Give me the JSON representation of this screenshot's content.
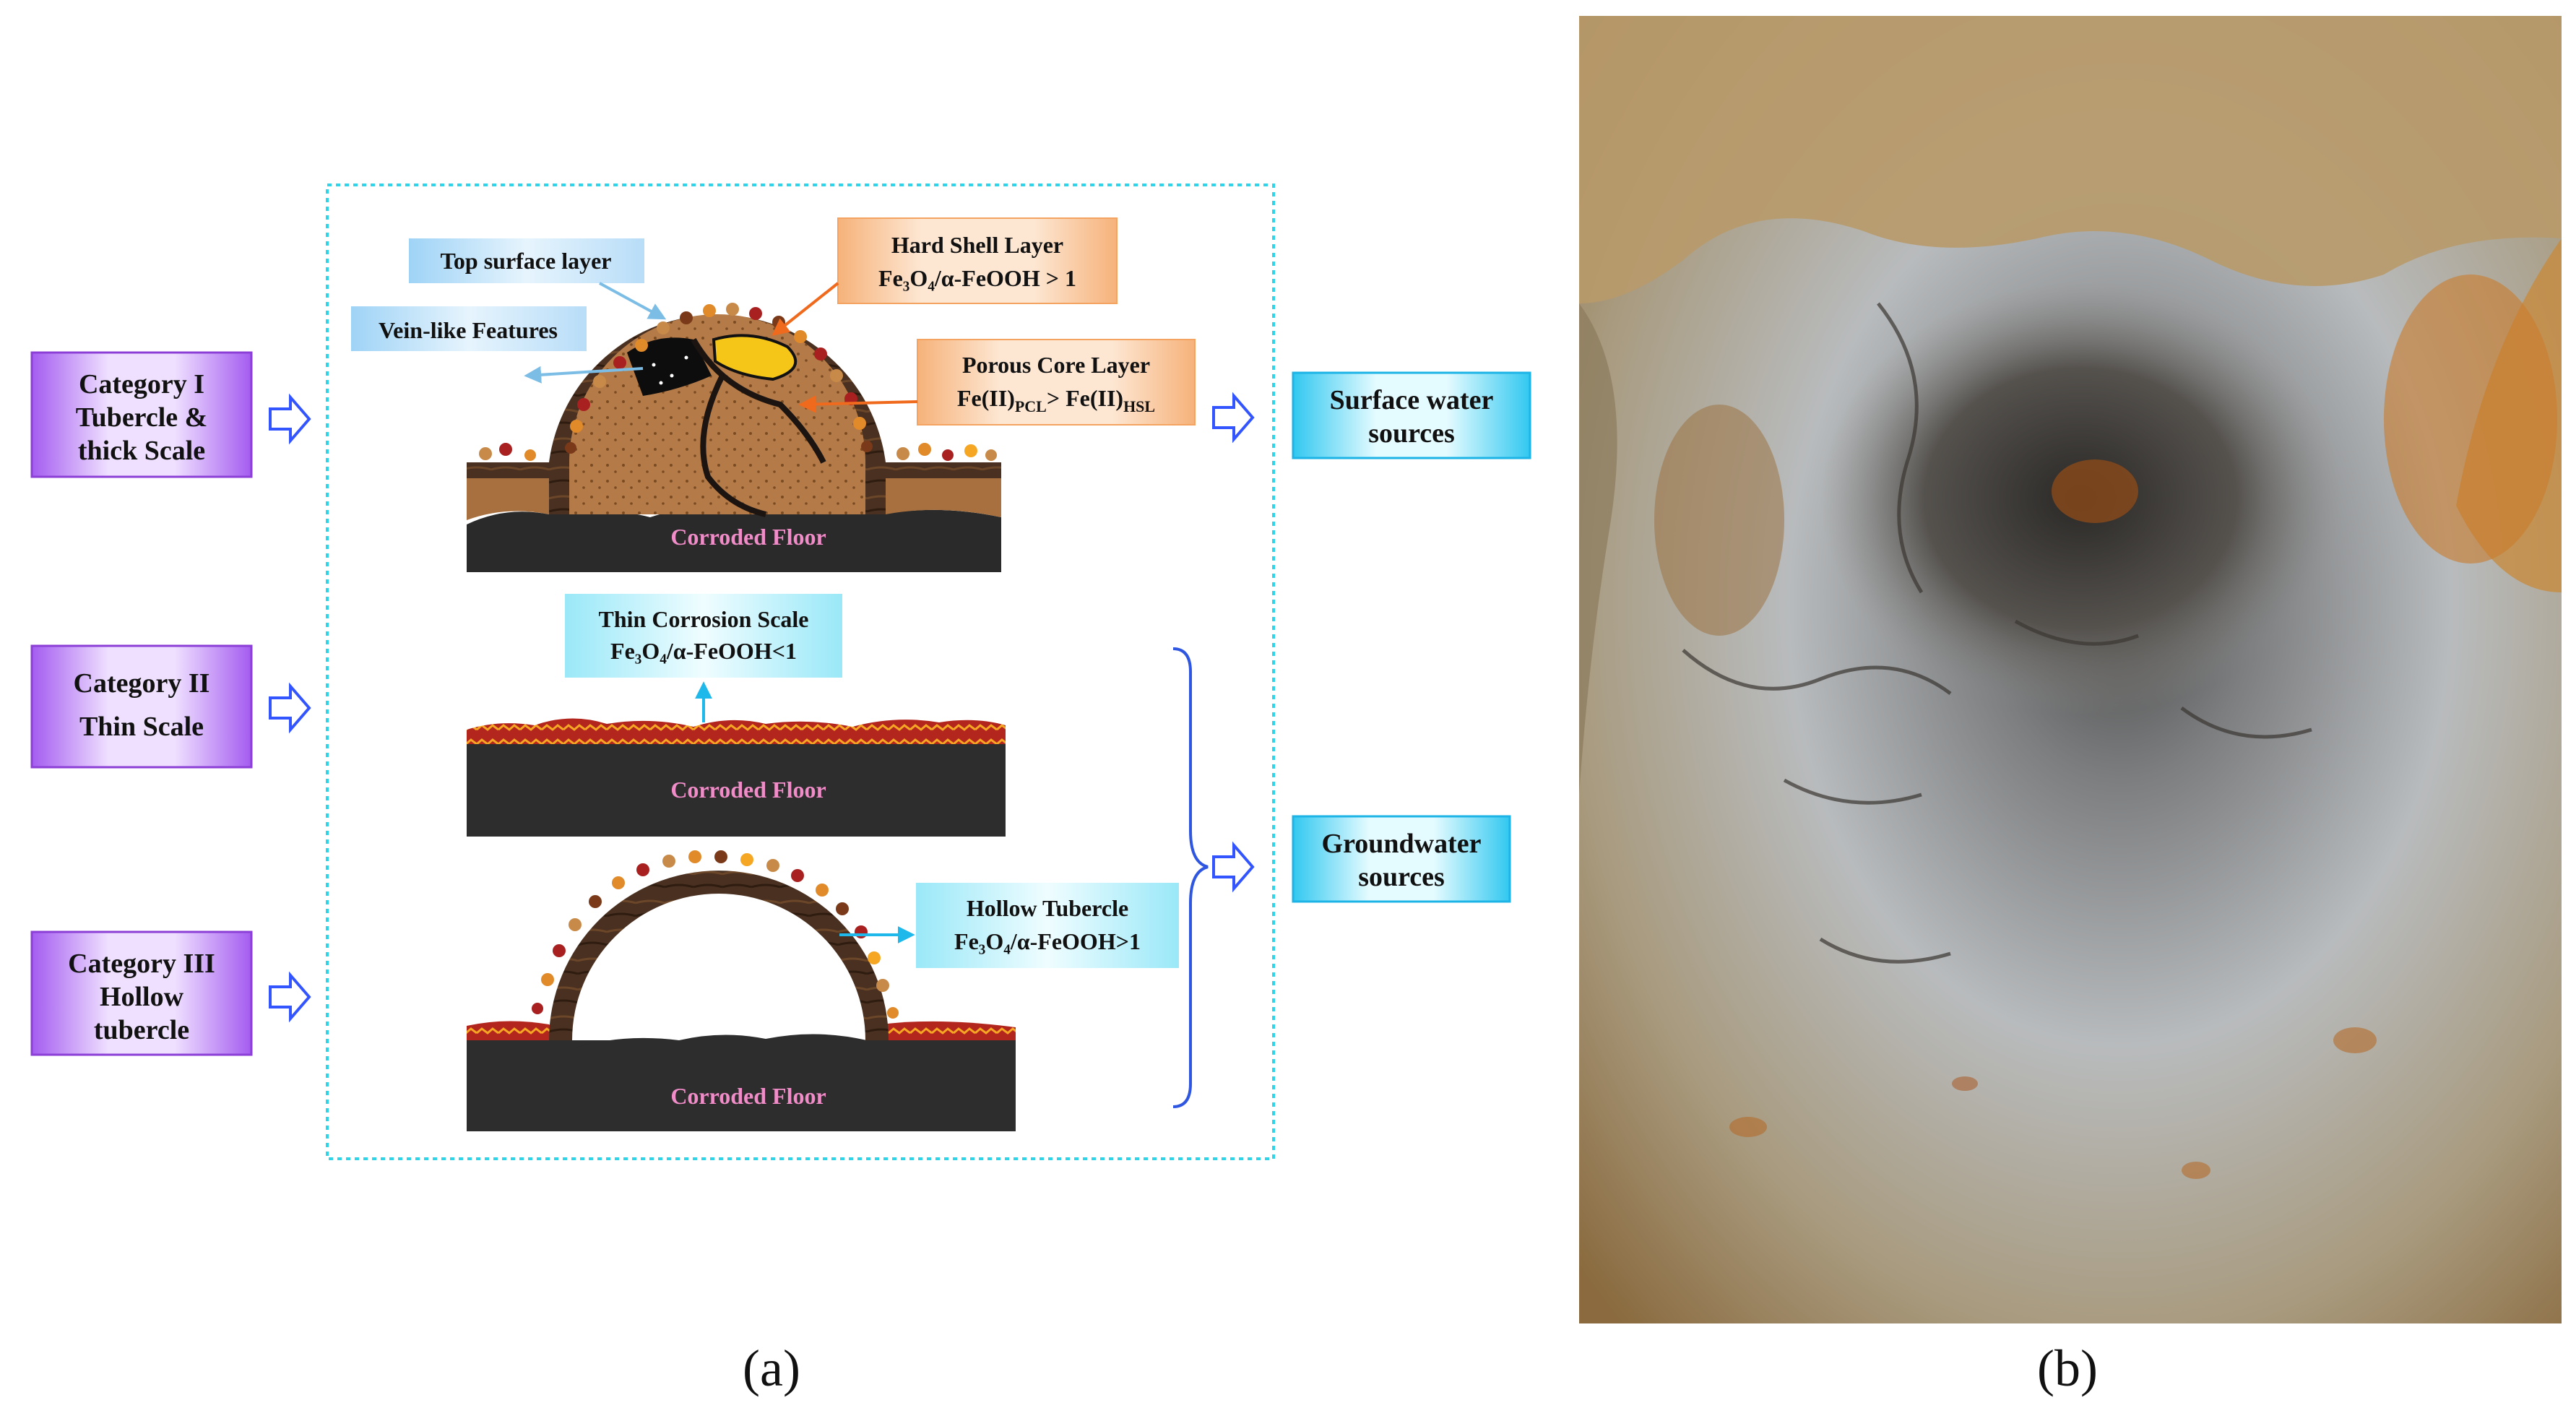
{
  "panel_a": {
    "panel_label": "(a)",
    "categories": [
      {
        "lines": [
          "Category I",
          "Tubercle &",
          "thick Scale"
        ]
      },
      {
        "lines": [
          "Category II",
          "Thin Scale"
        ]
      },
      {
        "lines": [
          "Category III",
          "Hollow",
          "tubercle"
        ]
      }
    ],
    "sources": [
      {
        "lines": [
          "Surface water",
          "sources"
        ]
      },
      {
        "lines": [
          "Groundwater",
          "sources"
        ]
      }
    ],
    "labels": {
      "top_surface": "Top surface layer",
      "vein_like": "Vein-like Features",
      "hard_shell_title": "Hard Shell Layer",
      "hard_shell_formula": "Fe₃O₄/α-FeOOH > 1",
      "porous_core_title": "Porous Core Layer",
      "porous_core_formula_a": "Fe(II)",
      "porous_core_sub_a": "PCL",
      "porous_core_formula_b": "> Fe(II)",
      "porous_core_sub_b": "HSL",
      "thin_scale_title": "Thin Corrosion Scale",
      "thin_scale_formula": "Fe₃O₄/α-FeOOH<1",
      "hollow_title": "Hollow Tubercle",
      "hollow_formula": "Fe₃O₄/α-FeOOH>1",
      "corroded_floor": "Corroded Floor"
    }
  },
  "panel_b": {
    "panel_label": "(b)"
  },
  "colors": {
    "category_fill": "#c48df7",
    "category_stroke": "#8c3fd6",
    "source_fill": "#79e5f7",
    "source_stroke": "#1cb3e6",
    "orange_box": "#fcd8b8",
    "orange_stroke": "#f4a460",
    "blue_box": "#cfe9fb",
    "cyan_box": "#d9f7fd",
    "floor_text": "#f08cc8",
    "arrow_blue": "#3355ff"
  }
}
